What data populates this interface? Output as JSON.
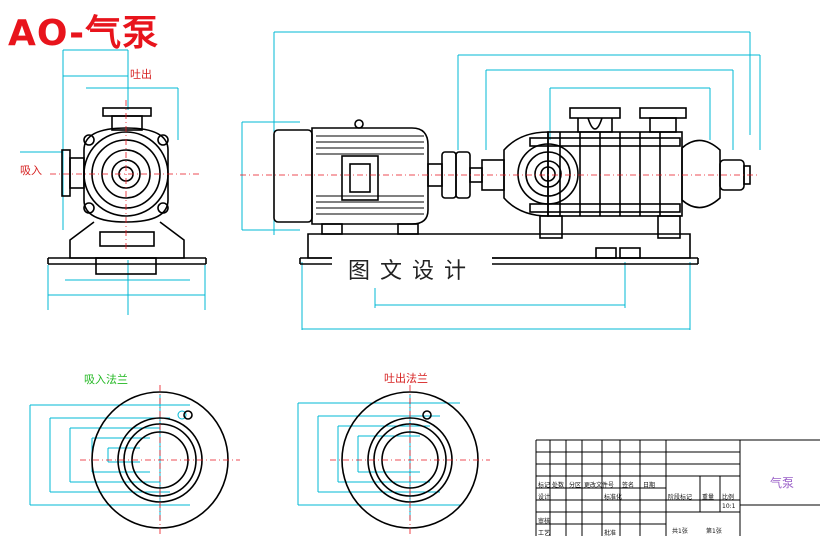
{
  "drawing": {
    "title": "AO-气泵",
    "watermark": "图文设计",
    "labels": {
      "outlet": "吐出",
      "inlet": "吸入",
      "inlet_flange": "吸入法兰",
      "outlet_flange": "吐出法兰"
    }
  },
  "title_block": {
    "name": "气泵",
    "scale": "10:1",
    "rows": {
      "row1": [
        "标记",
        "处数",
        "分区",
        "更改文件号",
        "签名",
        "日期"
      ],
      "design": "设计",
      "standard": "标准化",
      "check": "审核",
      "process": "工艺",
      "approve": "批准",
      "stage_mark": "阶段标记",
      "weight": "重量",
      "ratio": "比例",
      "sheets_total": "共1张",
      "sheet_no": "第1张"
    }
  },
  "colors": {
    "line": "#000000",
    "dimension": "#00b8d4",
    "title": "#e8141c",
    "label_red": "#d62020",
    "label_green": "#22b822"
  }
}
